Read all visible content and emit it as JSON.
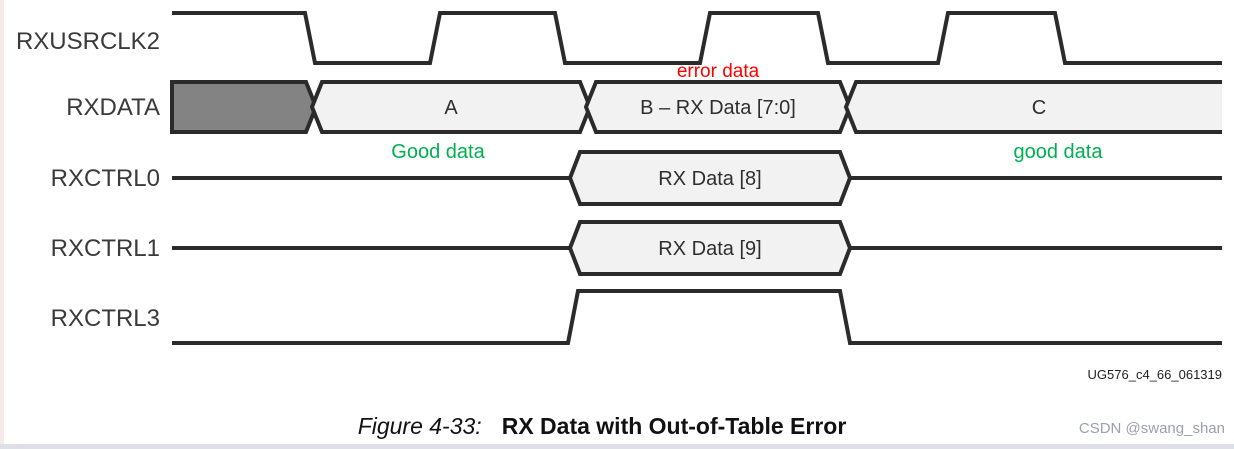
{
  "diagram": {
    "signals": [
      {
        "label": "RXUSRCLK2",
        "kind": "clock"
      },
      {
        "label": "RXDATA",
        "kind": "data-bus",
        "values": [
          "A",
          "B – RX Data [7:0]",
          "C"
        ]
      },
      {
        "label": "RXCTRL0",
        "kind": "data-bus",
        "value": "RX Data [8]"
      },
      {
        "label": "RXCTRL1",
        "kind": "data-bus",
        "value": "RX Data [9]"
      },
      {
        "label": "RXCTRL3",
        "kind": "flag-pulse"
      }
    ],
    "annotations": {
      "error_data": {
        "text": "error data",
        "color": "#ff0000"
      },
      "good_data_a": {
        "text": "Good data",
        "color": "#00b050"
      },
      "good_data_c": {
        "text": "good data",
        "color": "#00b050"
      }
    },
    "figure_code": "UG576_c4_66_061319"
  },
  "caption": {
    "figure_label": "Figure 4-33:",
    "title": "RX Data with Out-of-Table Error"
  },
  "watermark": "CSDN @swang_shan",
  "colors": {
    "waveform_stroke": "#2b2b2b",
    "bus_fill": "#f2f2f2",
    "undefined_fill": "#838383",
    "error_text": "#ff0000",
    "good_text": "#00b050",
    "watermark_text": "#9aa1a9"
  }
}
